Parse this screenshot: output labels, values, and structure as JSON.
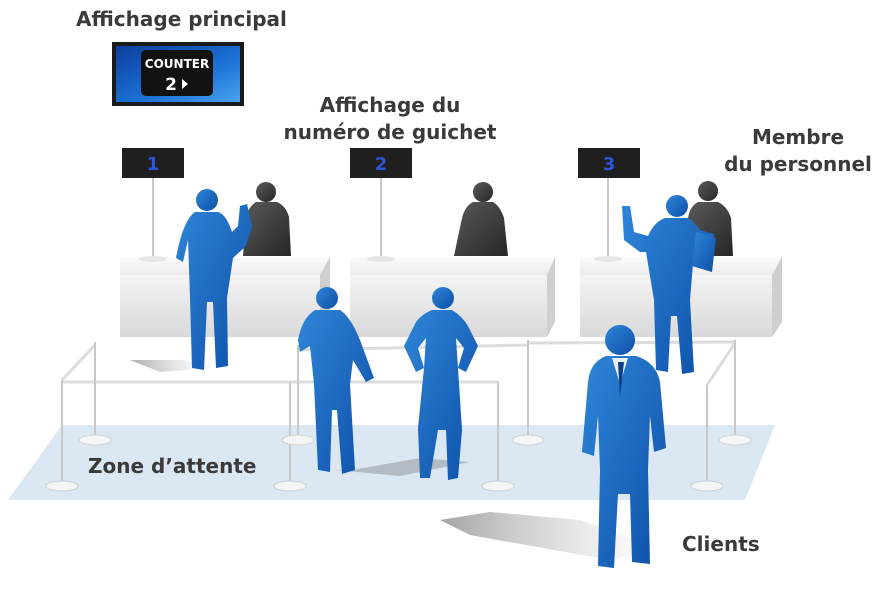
{
  "labels": {
    "main_display": "Affichage principal",
    "counter_display": [
      "Affichage du",
      "numéro de guichet"
    ],
    "staff_member": [
      "Membre",
      "du personnel"
    ],
    "waiting_zone": "Zone d’attente",
    "clients": "Clients"
  },
  "main_screen": {
    "title": "COUNTER",
    "number": "2"
  },
  "counters": [
    "1",
    "2",
    "3"
  ],
  "colors": {
    "figure_blue": "#1565c0",
    "staff_gray": "#3a3a3a",
    "label_text": "#3a3a3a",
    "counter_digit": "#2a55d6",
    "floor": "#dbe8f4"
  }
}
